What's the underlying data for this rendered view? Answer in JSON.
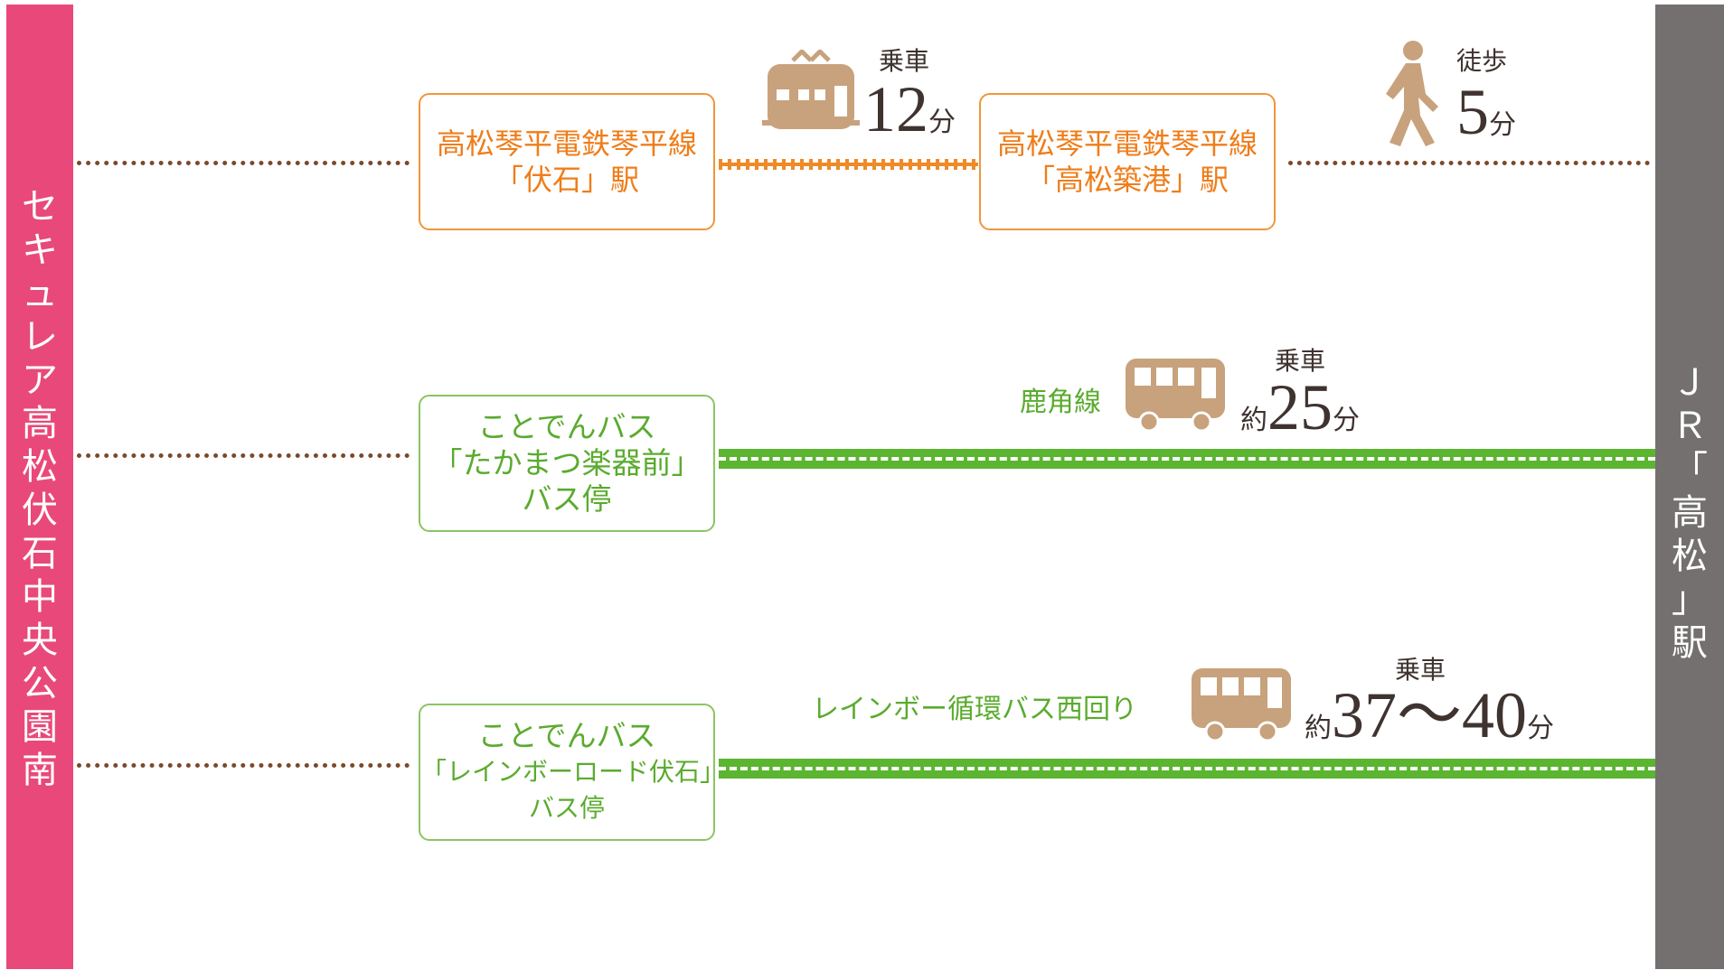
{
  "origin": {
    "chars": [
      "セ",
      "キ",
      "ュ",
      "レ",
      "ア",
      "高",
      "松",
      "伏",
      "石",
      "中",
      "央",
      "公",
      "園",
      "南"
    ]
  },
  "destination": {
    "chars": [
      "Ｊ",
      "Ｒ",
      "「",
      "高",
      "松",
      "」",
      "駅"
    ]
  },
  "route1": {
    "start_line1": "高松琴平電鉄琴平線",
    "start_line2": "「伏石」駅",
    "ride_label": "乗車",
    "ride_minutes": "12",
    "minute_unit": "分",
    "transfer_line1": "高松琴平電鉄琴平線",
    "transfer_line2": "「高松築港」駅",
    "walk_label": "徒歩",
    "walk_minutes": "5",
    "walk_unit": "分"
  },
  "route2": {
    "stop_line1": "ことでんバス",
    "stop_line2": "「たかまつ楽器前」バス停",
    "line_name": "鹿角線",
    "ride_label": "乗車",
    "approx": "約",
    "minutes": "25",
    "unit": "分"
  },
  "route3": {
    "stop_line1": "ことでんバス",
    "stop_line2": "「レインボーロード伏石」バス停",
    "line_name": "レインボー循環バス西回り",
    "ride_label": "乗車",
    "approx": "約",
    "minutes": "37〜40",
    "unit": "分"
  },
  "colors": {
    "origin_bar": "#e8497a",
    "destination_bar": "#757070",
    "train_accent": "#ee8a28",
    "bus_accent": "#5cb531",
    "icon_tan": "#c8a27c"
  },
  "icons": [
    "train-icon",
    "walker-icon",
    "bus-icon"
  ]
}
